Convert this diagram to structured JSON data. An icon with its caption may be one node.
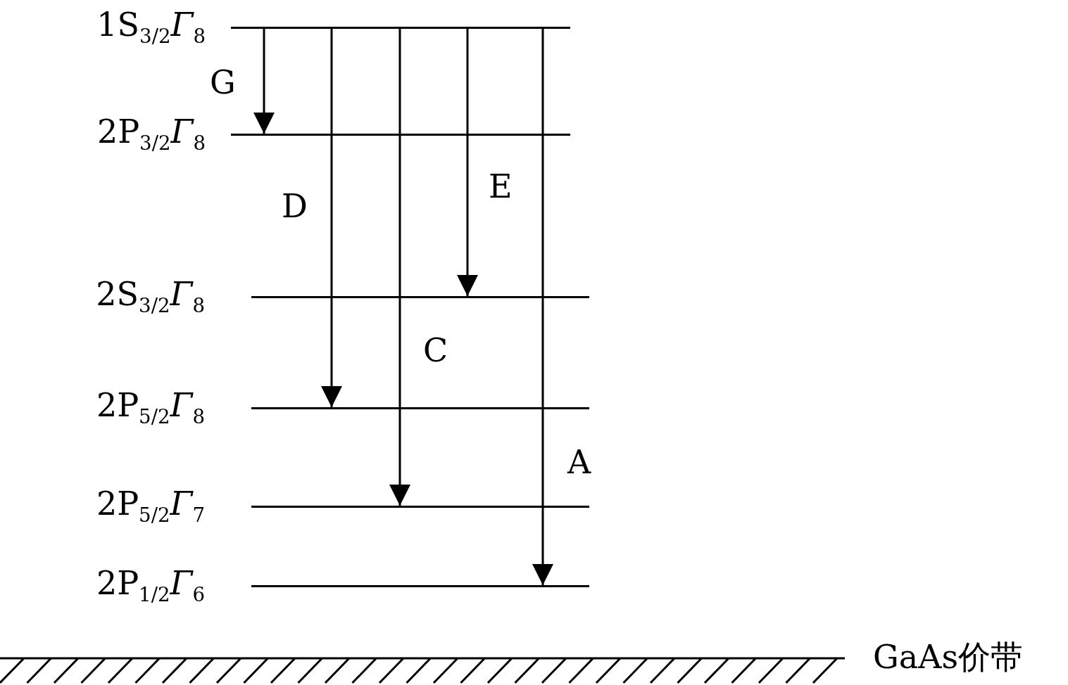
{
  "diagram": {
    "nodes": [
      {
        "text": [
          "1S$_{3/2}$*Γ*$_{8}$"
        ]
      },
      {
        "text": [
          "2P$_{3/2}$*Γ*$_{8}$"
        ]
      },
      {
        "text": [
          "2S$_{3/2}$*Γ*$_{8}$"
        ]
      },
      {
        "text": [
          "2P$_{5/2}$*Γ*$_{8}$"
        ]
      },
      {
        "text": [
          "2P$_{5/2}$*Γ*$_{7}$"
        ]
      },
      {
        "text": [
          "2P$_{1/2}$*Γ*$_{6}$"
        ]
      },
      {
        "text": [
          "GaAs价带"
        ]
      }
    ],
    "edges": [
      {
        "from": 0,
        "to": 1,
        "arrow": "to",
        "label": "G"
      },
      {
        "from": 0,
        "to": 3,
        "arrow": "to",
        "label": "D"
      },
      {
        "from": 0,
        "to": 4,
        "arrow": "to",
        "label": "C"
      },
      {
        "from": 0,
        "to": 2,
        "arrow": "to",
        "label": "E"
      },
      {
        "from": 0,
        "to": 5,
        "arrow": "to",
        "label": "A"
      }
    ]
  }
}
